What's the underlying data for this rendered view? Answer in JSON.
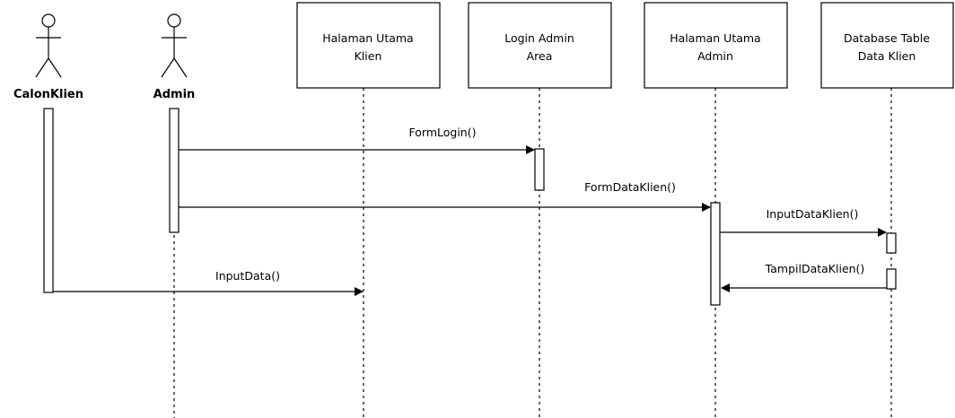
{
  "diagram": {
    "type": "sequence",
    "actors": [
      {
        "id": "calonklien",
        "name": "CalonKlien"
      },
      {
        "id": "admin",
        "name": "Admin"
      }
    ],
    "objects": [
      {
        "id": "halaman_utama_klien",
        "line1": "Halaman Utama",
        "line2": "Klien"
      },
      {
        "id": "login_admin_area",
        "line1": "Login Admin",
        "line2": "Area"
      },
      {
        "id": "halaman_utama_admin",
        "line1": "Halaman Utama",
        "line2": "Admin"
      },
      {
        "id": "database_table",
        "line1": "Database Table",
        "line2": "Data Klien"
      }
    ],
    "messages": [
      {
        "label": "FormLogin()",
        "from": "Admin",
        "to": "Login Admin Area"
      },
      {
        "label": "FormDataKlien()",
        "from": "Admin",
        "to": "Halaman Utama Admin"
      },
      {
        "label": "InputDataKlien()",
        "from": "Halaman Utama Admin",
        "to": "Database Table Data Klien"
      },
      {
        "label": "TampilDataKlien()",
        "from": "Database Table Data Klien",
        "to": "Halaman Utama Admin"
      },
      {
        "label": "InputData()",
        "from": "CalonKlien",
        "to": "Halaman Utama Klien"
      }
    ]
  }
}
